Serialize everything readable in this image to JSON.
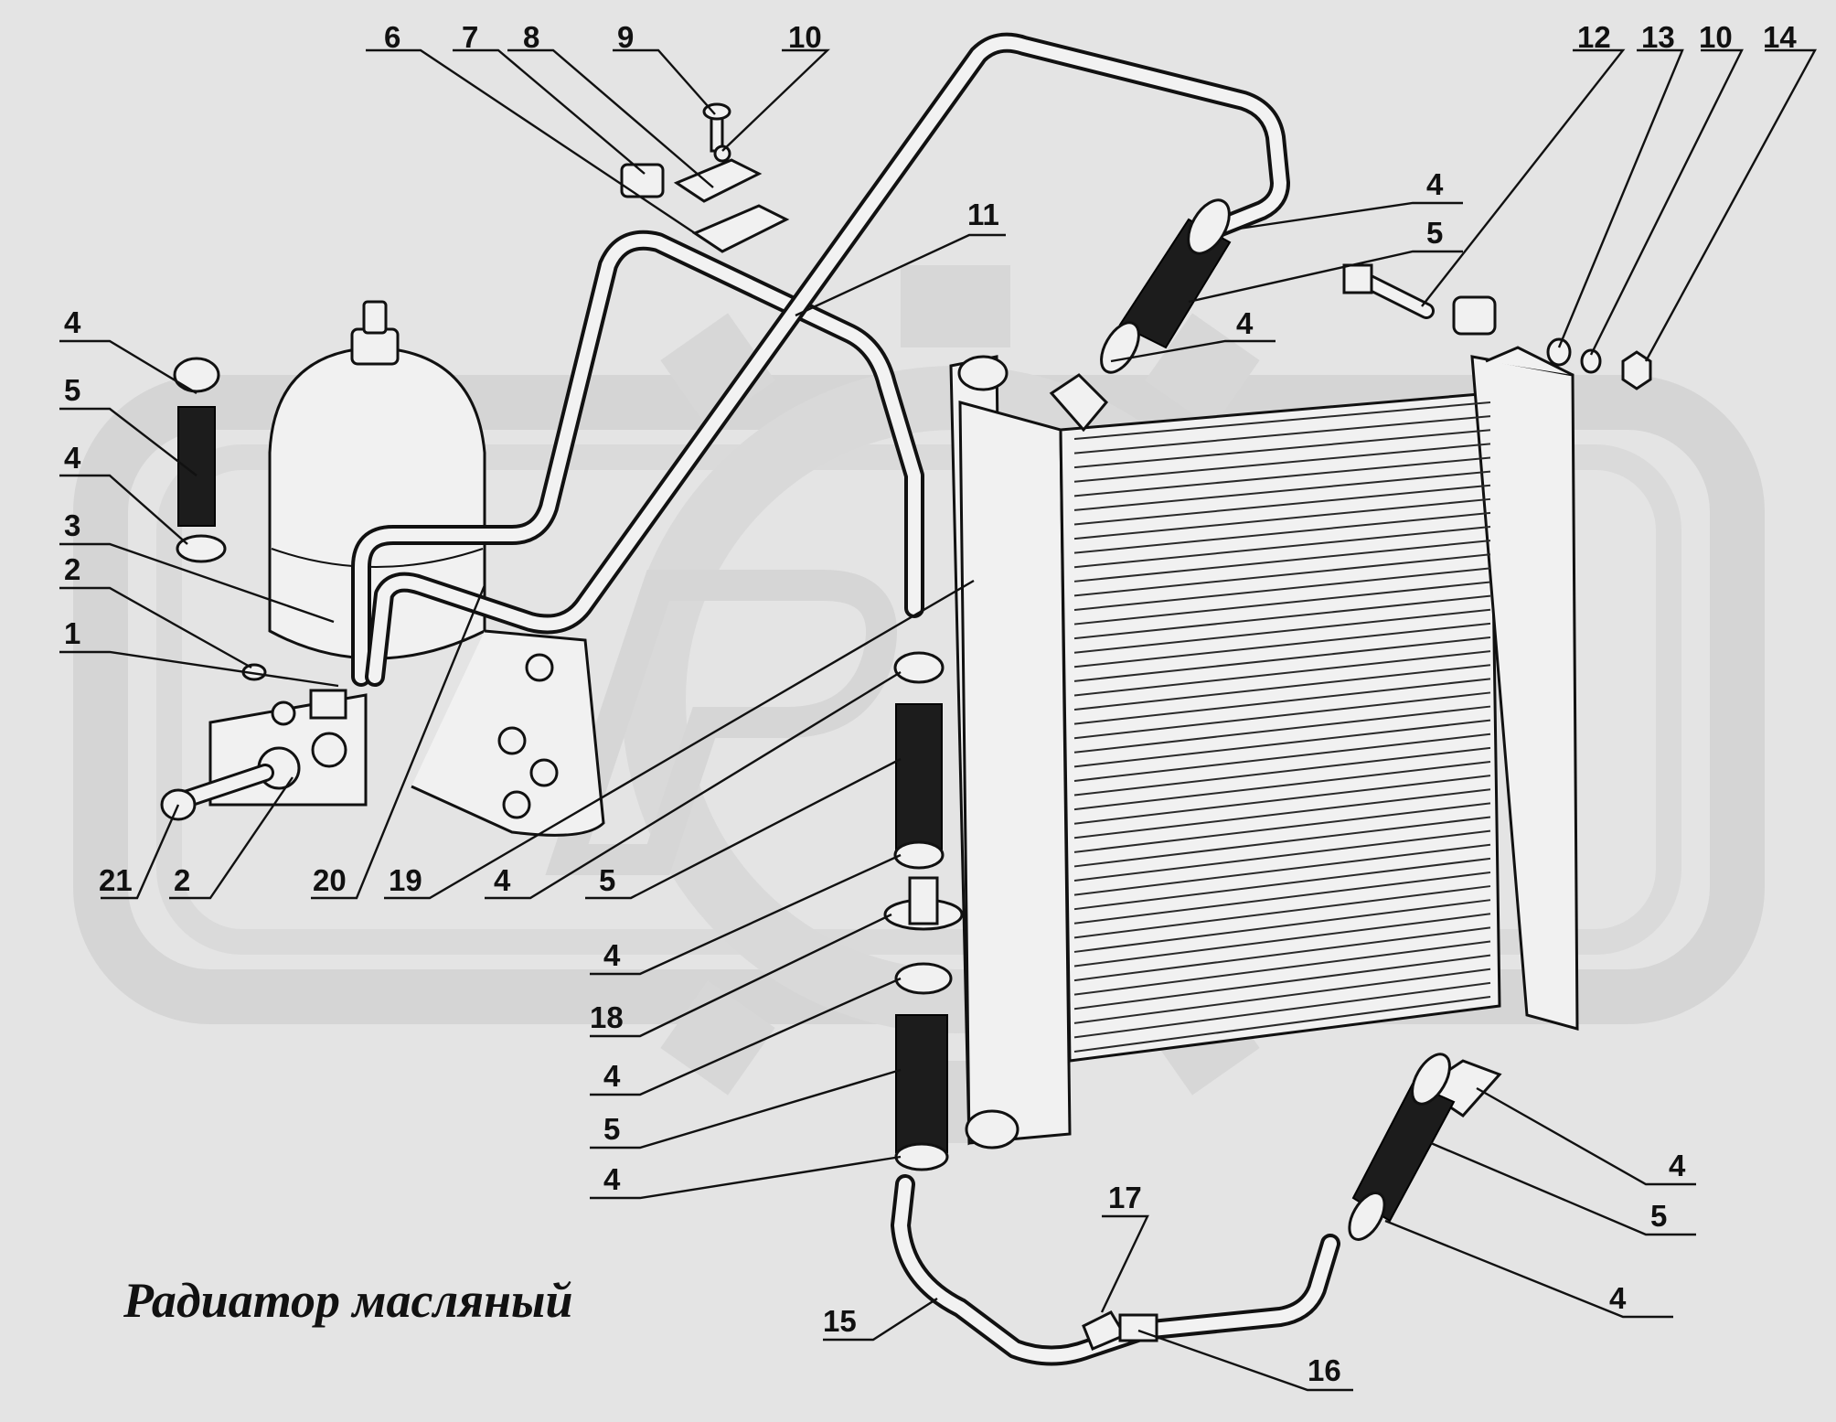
{
  "title": "Радиатор масляный",
  "colors": {
    "background": "#e4e4e4",
    "watermark": "#cfcfcf",
    "line": "#111111",
    "metal": "#f1f1f1",
    "hose": "#1c1c1c"
  },
  "callouts": [
    {
      "id": "c-6",
      "label": "6"
    },
    {
      "id": "c-7",
      "label": "7"
    },
    {
      "id": "c-8",
      "label": "8"
    },
    {
      "id": "c-9",
      "label": "9"
    },
    {
      "id": "c-10a",
      "label": "10"
    },
    {
      "id": "c-11",
      "label": "11"
    },
    {
      "id": "c-12",
      "label": "12"
    },
    {
      "id": "c-13",
      "label": "13"
    },
    {
      "id": "c-10b",
      "label": "10"
    },
    {
      "id": "c-14",
      "label": "14"
    },
    {
      "id": "c-4a",
      "label": "4"
    },
    {
      "id": "c-5a",
      "label": "5"
    },
    {
      "id": "c-4b",
      "label": "4"
    },
    {
      "id": "c-4c",
      "label": "4"
    },
    {
      "id": "c-5b",
      "label": "5"
    },
    {
      "id": "c-4d",
      "label": "4"
    },
    {
      "id": "c-3",
      "label": "3"
    },
    {
      "id": "c-2a",
      "label": "2"
    },
    {
      "id": "c-1",
      "label": "1"
    },
    {
      "id": "c-21",
      "label": "21"
    },
    {
      "id": "c-2b",
      "label": "2"
    },
    {
      "id": "c-20",
      "label": "20"
    },
    {
      "id": "c-19",
      "label": "19"
    },
    {
      "id": "c-4e",
      "label": "4"
    },
    {
      "id": "c-5c",
      "label": "5"
    },
    {
      "id": "c-4f",
      "label": "4"
    },
    {
      "id": "c-18",
      "label": "18"
    },
    {
      "id": "c-4g",
      "label": "4"
    },
    {
      "id": "c-5d",
      "label": "5"
    },
    {
      "id": "c-4h",
      "label": "4"
    },
    {
      "id": "c-15",
      "label": "15"
    },
    {
      "id": "c-17",
      "label": "17"
    },
    {
      "id": "c-16",
      "label": "16"
    },
    {
      "id": "c-4i",
      "label": "4"
    },
    {
      "id": "c-5e",
      "label": "5"
    },
    {
      "id": "c-4j",
      "label": "4"
    }
  ]
}
